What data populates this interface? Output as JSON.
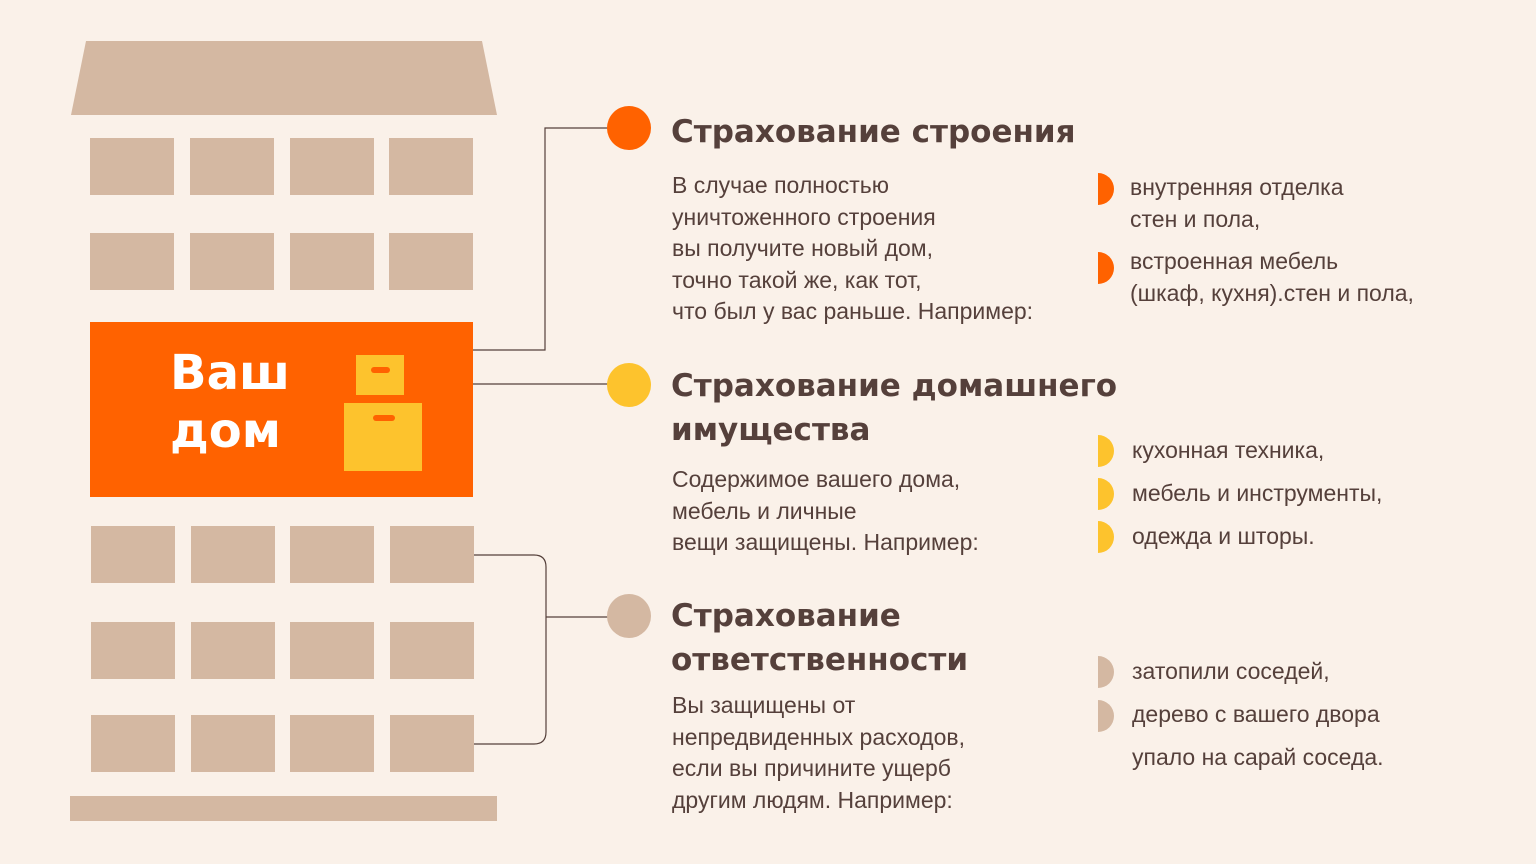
{
  "hero": {
    "lines": [
      "Ваш",
      "дом"
    ]
  },
  "colors": {
    "background": "#faf1e9",
    "building": "#d4b8a2",
    "accent_orange": "#ff6200",
    "accent_yellow": "#fdc32d",
    "accent_beige": "#d4b8a2",
    "text": "#55403b"
  },
  "sections": [
    {
      "title": [
        "Страхование строения"
      ],
      "description": [
        "В случае полностью",
        "уничтоженного строения",
        "вы получите новый дом,",
        "точно такой же, как тот,",
        "что был у вас раньше. Например:"
      ],
      "bullets": [
        [
          "внутренняя отделка",
          "стен и пола,"
        ],
        [
          "встроенная мебель",
          "(шкаф, кухня).стен и пола,"
        ]
      ]
    },
    {
      "title": [
        "Страхование домашнего",
        "имущества"
      ],
      "description": [
        "Содержимое вашего дома,",
        "мебель и личные",
        "вещи защищены. Например:"
      ],
      "bullets": [
        [
          "кухонная техника,"
        ],
        [
          "мебель и инструменты,"
        ],
        [
          "одежда и шторы."
        ]
      ]
    },
    {
      "title": [
        "Страхование",
        "ответственности"
      ],
      "description": [
        "Вы защищены от",
        "непредвиденных расходов,",
        "если вы причините ущерб",
        "другим людям. Например:"
      ],
      "bullets": [
        [
          "затопили соседей,"
        ],
        [
          "дерево с вашего двора"
        ]
      ],
      "bullet_continuation": "упало на сарай соседа."
    }
  ]
}
